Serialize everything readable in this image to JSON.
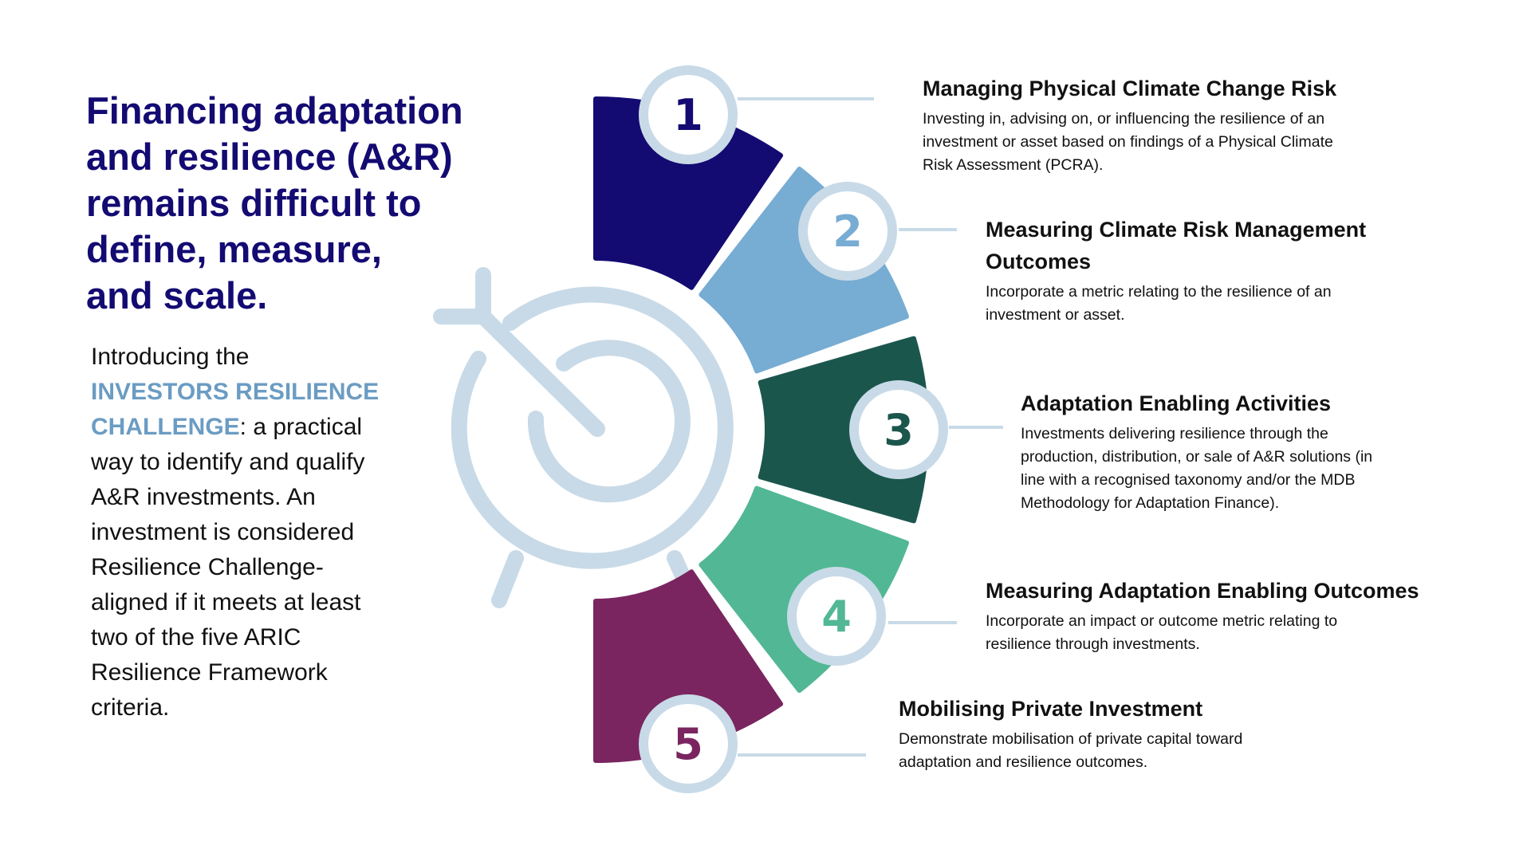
{
  "heading": [
    "Financing adaptation",
    "and resilience (A&R)",
    "remains difficult to",
    "define, measure,",
    "and scale."
  ],
  "intro": {
    "prefix": "Introducing the",
    "highlight_1": "INVESTORS RESILIENCE",
    "highlight_2": "CHALLENGE",
    "suffix_first": ": a practical",
    "lines": [
      "way to identify and qualify",
      "A&R investments. An",
      "investment is considered",
      "Resilience Challenge-",
      "aligned if it meets at least",
      "two of the five ARIC",
      "Resilience Framework",
      "criteria."
    ]
  },
  "colors": {
    "navy": "#130a72",
    "light_blue": "#77acd3",
    "dark_green": "#1b564d",
    "green": "#52b794",
    "purple": "#7a2560",
    "icon": "#c8dae7"
  },
  "criteria": [
    {
      "number": "1",
      "title": [
        "Managing Physical Climate Change Risk"
      ],
      "body": [
        "Investing in, advising on, or influencing the resilience of an",
        "investment or asset based on findings of a Physical Climate",
        "Risk Assessment (PCRA)."
      ]
    },
    {
      "number": "2",
      "title": [
        "Measuring Climate Risk Management",
        "Outcomes"
      ],
      "body": [
        "Incorporate a metric relating to the resilience of an",
        "investment or asset."
      ]
    },
    {
      "number": "3",
      "title": [
        "Adaptation Enabling Activities"
      ],
      "body": [
        "Investments delivering resilience through the",
        "production, distribution, or sale of A&R solutions (in",
        "line with a recognised taxonomy and/or the MDB",
        "Methodology for Adaptation Finance)."
      ]
    },
    {
      "number": "4",
      "title": [
        "Measuring Adaptation Enabling Outcomes"
      ],
      "body": [
        "Incorporate an impact or outcome metric relating to",
        "resilience through investments."
      ]
    },
    {
      "number": "5",
      "title": [
        "Mobilising Private Investment"
      ],
      "body": [
        "Demonstrate mobilisation of private capital toward",
        "adaptation and resilience outcomes."
      ]
    }
  ]
}
